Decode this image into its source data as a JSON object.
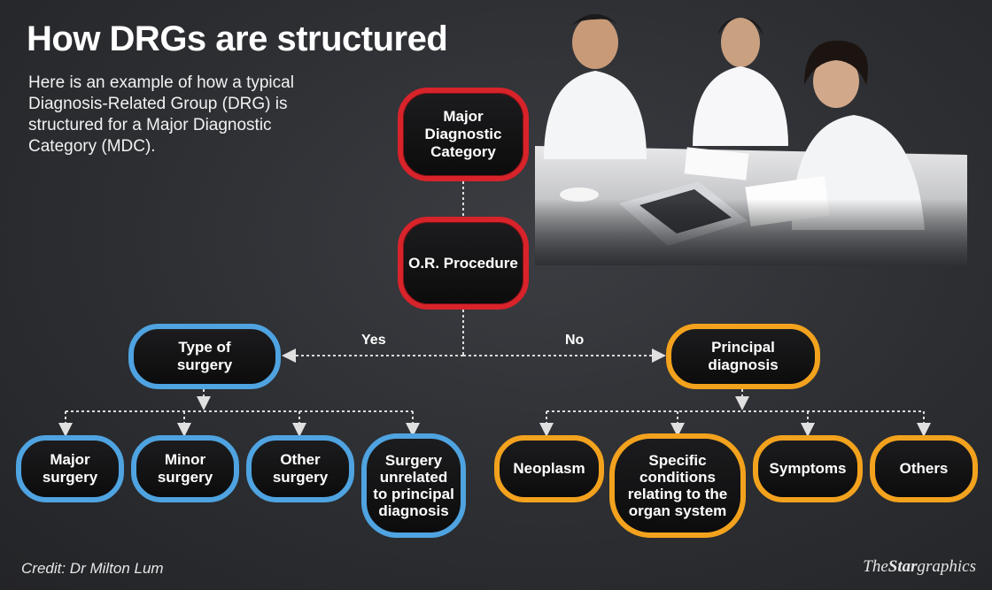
{
  "title": "How DRGs are structured",
  "intro": "Here is an example of how a typical Diagnosis-Related Group (DRG) is structured for a Major Diagnostic Category (MDC).",
  "nodes": {
    "mdc": "Major Diagnostic Category",
    "or": "O.R. Procedure",
    "type_surgery": "Type of surgery",
    "principal": "Principal diagnosis",
    "major": "Major surgery",
    "minor": "Minor surgery",
    "other": "Other surgery",
    "unrelated": "Surgery unrelated to principal diagnosis",
    "neoplasm": "Neoplasm",
    "specific": "Specific conditions relating to the organ system",
    "symptoms": "Symptoms",
    "others": "Others"
  },
  "edge_labels": {
    "yes": "Yes",
    "no": "No"
  },
  "credit": "Credit: Dr Milton Lum",
  "brand": {
    "the": "The",
    "star": "Star",
    "graphics": "graphics"
  },
  "colors": {
    "red": "#d8232a",
    "blue": "#4fa3e0",
    "orange": "#f3a21e"
  }
}
